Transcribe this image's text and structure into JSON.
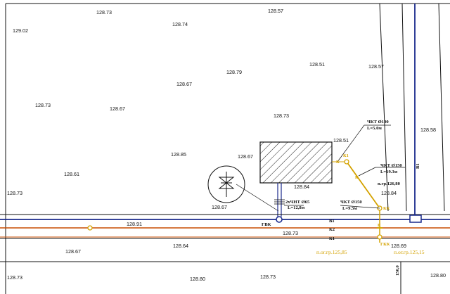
{
  "elevations": [
    "128.73",
    "128.57",
    "129.02",
    "128.74",
    "128.51",
    "128.57",
    "128.79",
    "128.67",
    "128.73",
    "128.67",
    "128.73",
    "128.58",
    "128.51",
    "128.85",
    "128.67",
    "128.61",
    "128.84",
    "128.73",
    "128.84",
    "128.67",
    "128.91",
    "128.73",
    "128.64",
    "128.67",
    "128.69",
    "128.73",
    "128.80",
    "128.73",
    "128.80"
  ],
  "labels": {
    "pipe_top": "ЧКТ Ø100",
    "pipe_top_len": "L=5.0м",
    "pipe_mid": "ЧКТ Ø150",
    "pipe_mid_len": "L=19.3м",
    "pipe_mid_mark": "п.гр.126,80",
    "pipe_low": "ЧКТ Ø150",
    "pipe_low_len": "L=9.5м",
    "inlet": "2хЧНТ Ø65",
    "inlet_len": "L=12,8м",
    "gvk": "ГВК",
    "b1_main": "В1",
    "k2_main": "К2",
    "k1_main": "К1",
    "b1_vert": "В1",
    "gkk": "ГКК",
    "kk_top": "КК",
    "k_node": "К",
    "k_node2": "К",
    "k1_node": "К1",
    "k_bottom": "К",
    "mark_left": "п.ог.гр.125,85",
    "mark_right": "п.ог.гр.125,15",
    "edge_mark": "150,0"
  },
  "colors": {
    "water": "#1a2a8c",
    "sewer": "#c84d00",
    "node": "#d4a200",
    "line": "#111111"
  }
}
